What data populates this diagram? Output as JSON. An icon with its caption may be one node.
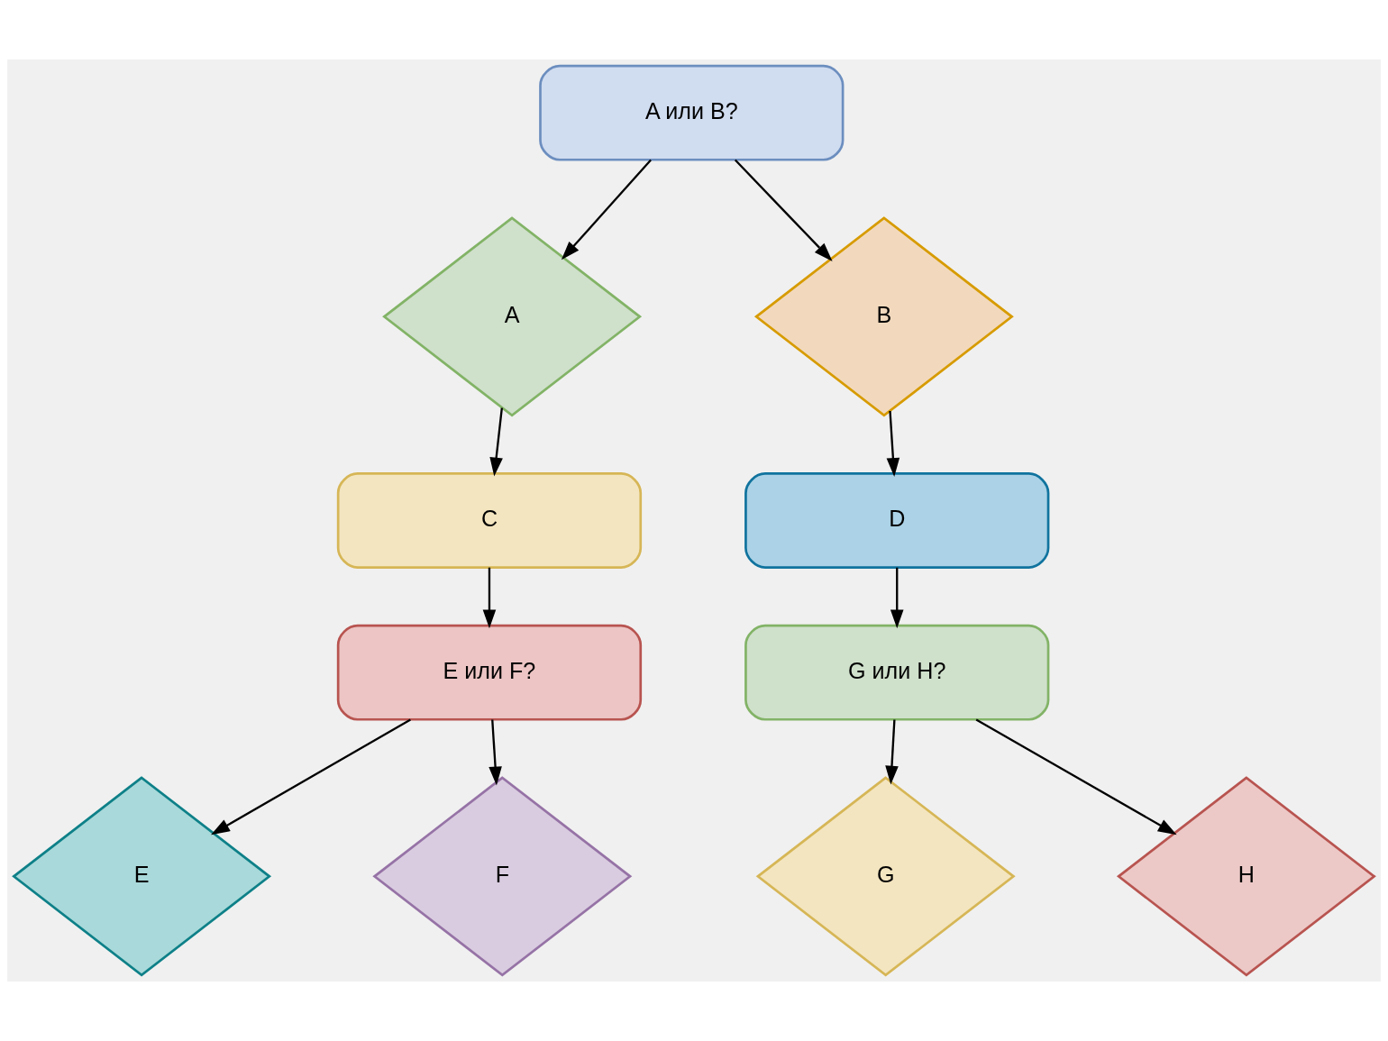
{
  "diagram": {
    "nodes": [
      {
        "text": [
          "A или B?"
        ]
      },
      {
        "text": [
          "A"
        ]
      },
      {
        "text": [
          "B"
        ]
      },
      {
        "text": [
          "C"
        ]
      },
      {
        "text": [
          "D"
        ]
      },
      {
        "text": [
          "E или F?"
        ]
      },
      {
        "text": [
          "G или H?"
        ]
      },
      {
        "text": [
          "E"
        ]
      },
      {
        "text": [
          "F"
        ]
      },
      {
        "text": [
          "G"
        ]
      },
      {
        "text": [
          "H"
        ]
      }
    ],
    "edges": [
      {
        "from": 0,
        "to": 1,
        "arrow": "to"
      },
      {
        "from": 0,
        "to": 2,
        "arrow": "to"
      },
      {
        "from": 1,
        "to": 3,
        "arrow": "to"
      },
      {
        "from": 2,
        "to": 4,
        "arrow": "to"
      },
      {
        "from": 3,
        "to": 5,
        "arrow": "to"
      },
      {
        "from": 4,
        "to": 6,
        "arrow": "to"
      },
      {
        "from": 5,
        "to": 7,
        "arrow": "to"
      },
      {
        "from": 5,
        "to": 8,
        "arrow": "to"
      },
      {
        "from": 6,
        "to": 9,
        "arrow": "to"
      },
      {
        "from": 6,
        "to": 10,
        "arrow": "to"
      }
    ]
  }
}
